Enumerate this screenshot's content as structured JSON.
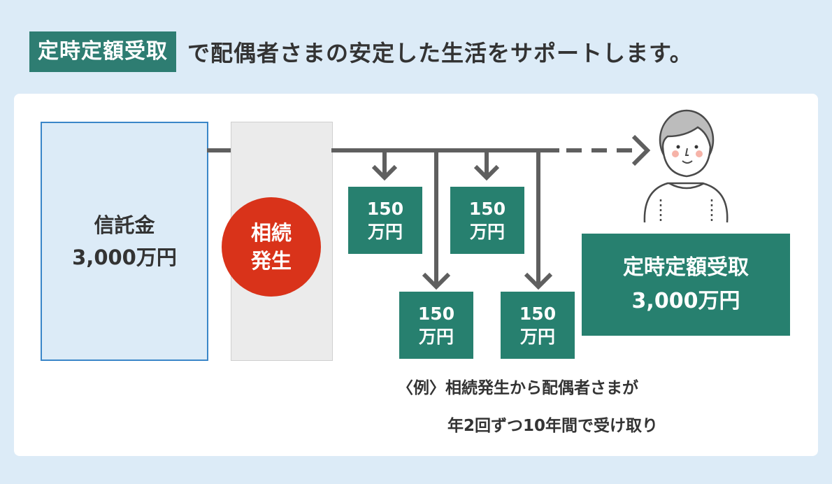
{
  "title": {
    "badge": "定時定額受取",
    "text": "で配偶者さまの安定した生活をサポートします。"
  },
  "trust": {
    "label": "信託金",
    "amount": "3,000万円"
  },
  "event": {
    "line1": "相続",
    "line2": "発生"
  },
  "payments": [
    {
      "amount": "150",
      "unit": "万円"
    },
    {
      "amount": "150",
      "unit": "万円"
    },
    {
      "amount": "150",
      "unit": "万円"
    },
    {
      "amount": "150",
      "unit": "万円"
    }
  ],
  "total": {
    "label": "定時定額受取",
    "amount": "3,000万円"
  },
  "note": {
    "line1": "〈例〉相続発生から配偶者さまが",
    "line2": "年2回ずつ10年間で受け取り"
  },
  "colors": {
    "background": "#dcebf7",
    "teal": "#27806f",
    "red": "#d9331a",
    "blue_border": "#3a86c8",
    "arrow": "#5f5f5f"
  },
  "icons": [
    "person-icon"
  ]
}
